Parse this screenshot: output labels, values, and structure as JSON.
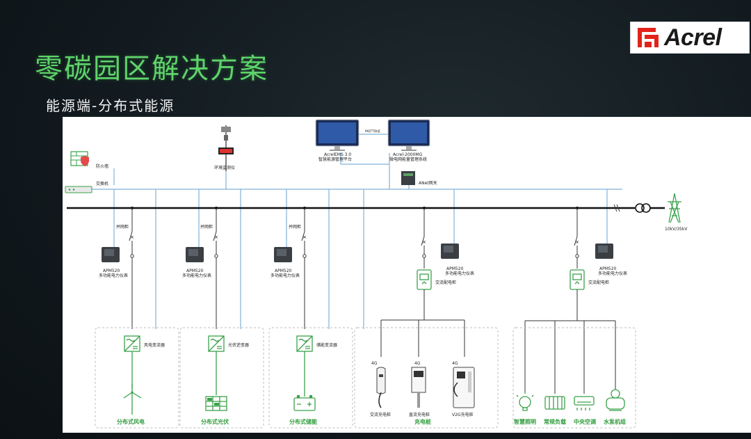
{
  "slide": {
    "title": "零碳园区解决方案",
    "subtitle": "能源端-分布式能源"
  },
  "logo": {
    "text": "Acrel",
    "color": "#e2231a"
  },
  "diagram": {
    "network": {
      "firewall": "防火墙",
      "switch": "交换机",
      "env_monitor": "环境监测仪",
      "ems_name": "AcrelEMS 3.0",
      "ems_desc": "智慧能源管理平台",
      "mqtt": "MQTT协议",
      "mg_name": "Acrel-2000MG",
      "mg_desc": "微电网能量管理系统",
      "gateway": "ANet网关",
      "grid": "10kV/35kV"
    },
    "branches": {
      "grid_cabinet": "并网柜",
      "meter_model": "APM520",
      "meter_desc": "多功能电力仪表",
      "ac_cabinet": "交流配电柜"
    },
    "sources": {
      "wind_inverter": "风电变流器",
      "wind_label": "分布式风电",
      "pv_inverter": "光伏逆变器",
      "pv_label": "分布式光伏",
      "storage_inverter": "储能变流器",
      "storage_label": "分布式储能"
    },
    "charging": {
      "signal": "4G",
      "ac_pile": "交流充电桩",
      "dc_pile": "直流充电桩",
      "v2g_pile": "V2G充电桩",
      "group_label": "充电桩"
    },
    "loads": {
      "lighting": "智慧照明",
      "regular": "常规负载",
      "hvac": "中央空调",
      "pump": "水泵机组"
    }
  },
  "colors": {
    "title_green": "#5fd36a",
    "diagram_green": "#3aa14a",
    "network_blue": "#7fb2d9"
  }
}
